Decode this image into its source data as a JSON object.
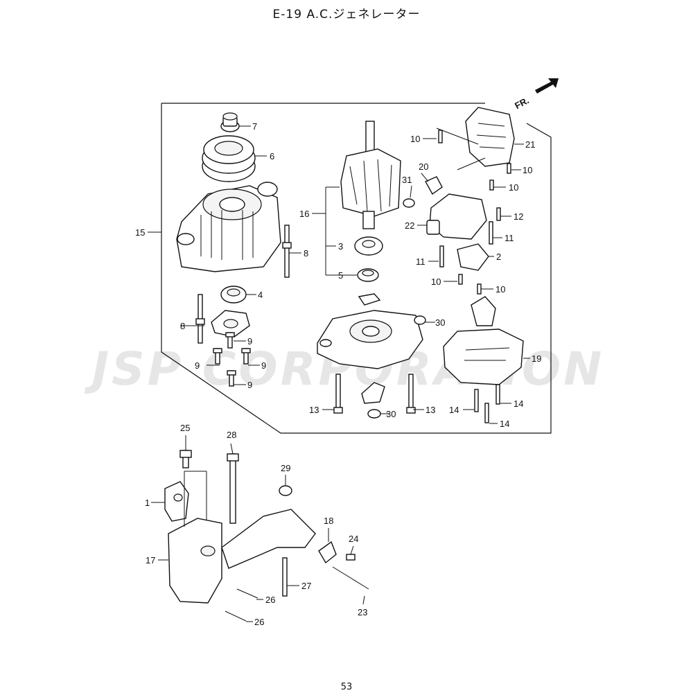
{
  "title": "E-19 A.C.ジェネレーター",
  "page_number": "53",
  "watermark": "JSP CORPORATION",
  "direction_marker": "FR.",
  "callouts": {
    "c1": "1",
    "c2": "2",
    "c3": "3",
    "c4": "4",
    "c5": "5",
    "c6": "6",
    "c7": "7",
    "c8a": "8",
    "c8b": "8",
    "c9a": "9",
    "c9b": "9",
    "c9c": "9",
    "c9d": "9",
    "c10a": "10",
    "c10b": "10",
    "c10c": "10",
    "c10d": "10",
    "c10e": "10",
    "c11a": "11",
    "c11b": "11",
    "c12": "12",
    "c13a": "13",
    "c13b": "13",
    "c14a": "14",
    "c14b": "14",
    "c14c": "14",
    "c15": "15",
    "c16": "16",
    "c17": "17",
    "c18": "18",
    "c19": "19",
    "c20": "20",
    "c21": "21",
    "c22": "22",
    "c23": "23",
    "c24": "24",
    "c25": "25",
    "c26a": "26",
    "c26b": "26",
    "c27": "27",
    "c28": "28",
    "c29": "29",
    "c30a": "30",
    "c30b": "30",
    "c31": "31"
  }
}
